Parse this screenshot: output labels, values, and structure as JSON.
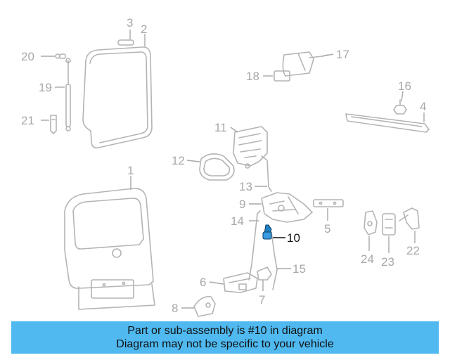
{
  "callouts": {
    "c1": "1",
    "c2": "2",
    "c3": "3",
    "c4": "4",
    "c5": "5",
    "c6": "6",
    "c7": "7",
    "c8": "8",
    "c9": "9",
    "c10": "10",
    "c11": "11",
    "c12": "12",
    "c13": "13",
    "c14": "14",
    "c15": "15",
    "c16": "16",
    "c17": "17",
    "c18": "18",
    "c19": "19",
    "c20": "20",
    "c21": "21",
    "c22": "22",
    "c23": "23",
    "c24": "24"
  },
  "highlighted_part": "10",
  "colors": {
    "banner": "#4fb9f0",
    "highlight": "#1e7fc0",
    "parts": "#b4b4b4"
  },
  "banner": {
    "line1": "Part or sub-assembly is #10 in diagram",
    "line2": "Diagram may not be specific to your vehicle"
  }
}
